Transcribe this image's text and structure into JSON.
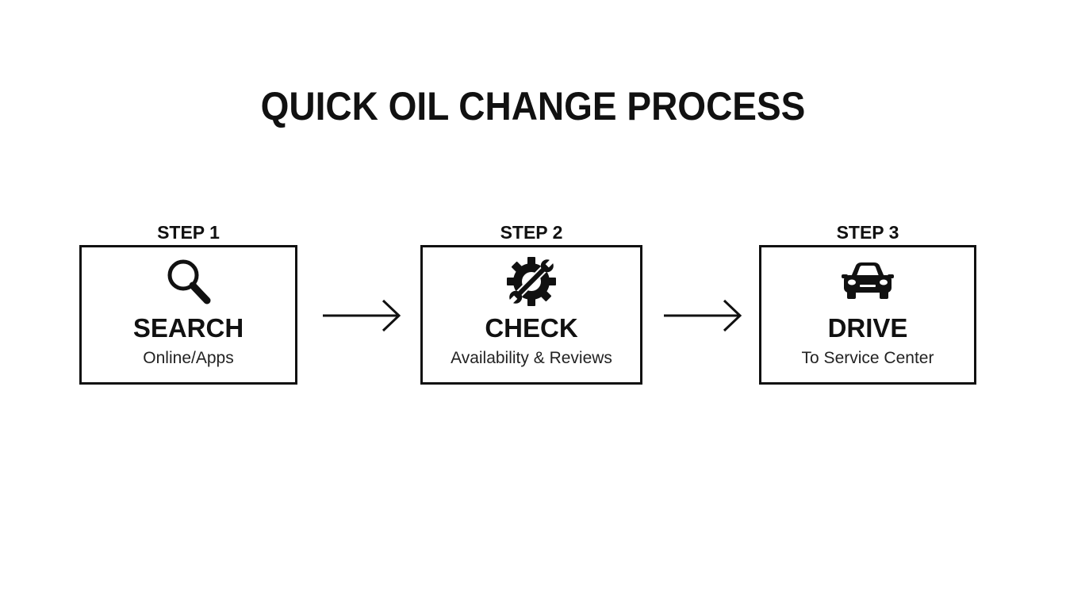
{
  "title": "QUICK OIL CHANGE PROCESS",
  "steps": [
    {
      "label": "STEP 1",
      "title": "SEARCH",
      "subtitle": "Online/Apps",
      "icon": "magnifier-icon"
    },
    {
      "label": "STEP 2",
      "title": "CHECK",
      "subtitle": "Availability & Reviews",
      "icon": "gear-wrench-icon"
    },
    {
      "label": "STEP 3",
      "title": "DRIVE",
      "subtitle": "To Service Center",
      "icon": "car-icon"
    }
  ],
  "colors": {
    "ink": "#111111",
    "background": "#ffffff"
  }
}
